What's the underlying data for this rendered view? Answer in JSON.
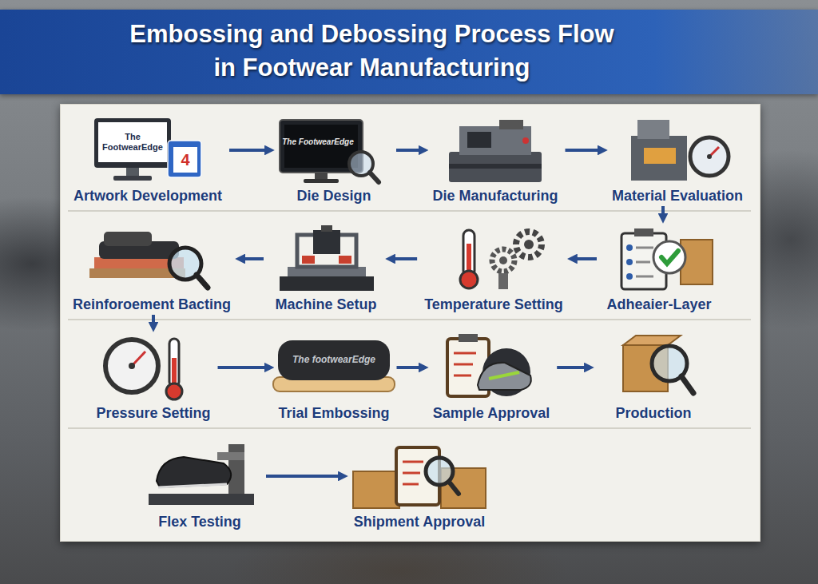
{
  "diagram": {
    "title": "Embossing and Debossing Process Flow in Footwear Manufacturing",
    "nodes": [
      {
        "text": [
          "Artwork Development"
        ]
      },
      {
        "text": [
          "Die Design"
        ]
      },
      {
        "text": [
          "Die Manufacturing"
        ]
      },
      {
        "text": [
          "Material Evaluation"
        ]
      },
      {
        "text": [
          "Adheaier-Layer"
        ]
      },
      {
        "text": [
          "Temperature Setting"
        ]
      },
      {
        "text": [
          "Machine Setup"
        ]
      },
      {
        "text": [
          "Reinforoement Bacting"
        ]
      },
      {
        "text": [
          "Pressure Setting"
        ]
      },
      {
        "text": [
          "Trial Embossing"
        ]
      },
      {
        "text": [
          "Sample Approval"
        ]
      },
      {
        "text": [
          "Production"
        ]
      },
      {
        "text": [
          "Flex Testing"
        ]
      },
      {
        "text": [
          "Shipment Approval"
        ]
      }
    ],
    "edges": [
      {
        "from": 0,
        "to": 1,
        "arrow": "to"
      },
      {
        "from": 1,
        "to": 2,
        "arrow": "to"
      },
      {
        "from": 2,
        "to": 3,
        "arrow": "to"
      },
      {
        "from": 3,
        "to": 4,
        "arrow": "to"
      },
      {
        "from": 4,
        "to": 5,
        "arrow": "to"
      },
      {
        "from": 5,
        "to": 6,
        "arrow": "to"
      },
      {
        "from": 6,
        "to": 7,
        "arrow": "to"
      },
      {
        "from": 7,
        "to": 8,
        "arrow": "to"
      },
      {
        "from": 8,
        "to": 9,
        "arrow": "to"
      },
      {
        "from": 9,
        "to": 10,
        "arrow": "to"
      },
      {
        "from": 10,
        "to": 11,
        "arrow": "to"
      },
      {
        "from": 12,
        "to": 13,
        "arrow": "to"
      }
    ],
    "labels": [
      "The FootwearEdge",
      "4",
      "The FootwearEdge",
      "The footwearEdge"
    ]
  }
}
